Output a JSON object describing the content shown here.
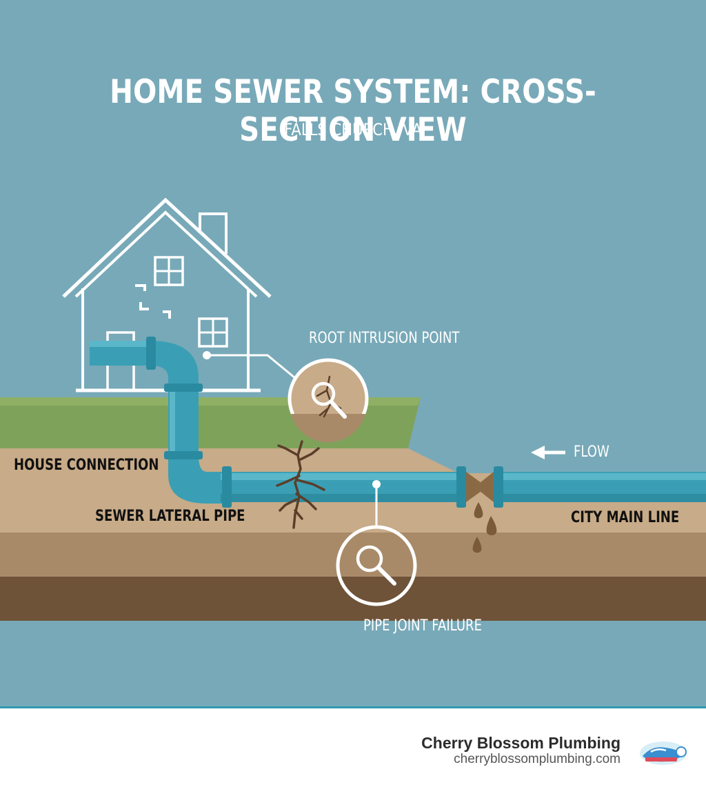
{
  "header": {
    "title": "HOME SEWER SYSTEM: CROSS-SECTION VIEW",
    "subtitle": "FALLS CHURCH, VA"
  },
  "labels": {
    "root_intrusion": "ROOT INTRUSION POINT",
    "house_connection": "HOUSE CONNECTION",
    "sewer_lateral": "SEWER LATERAL PIPE",
    "pipe_joint_failure": "PIPE JOINT FAILURE",
    "city_main_line": "CITY MAIN LINE",
    "flow": "FLOW"
  },
  "footer": {
    "brand_name": "Cherry Blossom Plumbing",
    "brand_url": "cherryblossomplumbing.com"
  },
  "colors": {
    "sky": "#78a9b8",
    "grass": "#7fa25a",
    "soil_light": "#c8ab88",
    "soil_mid": "#a88a69",
    "soil_dark": "#6e5339",
    "pipe": "#3a9fb4",
    "accent_line": "#2e9ab0"
  },
  "icons": [
    "house-icon",
    "magnifier-icon",
    "root-icon",
    "crack-icon",
    "leak-drop-icon",
    "arrow-left-icon",
    "logo-icon"
  ]
}
